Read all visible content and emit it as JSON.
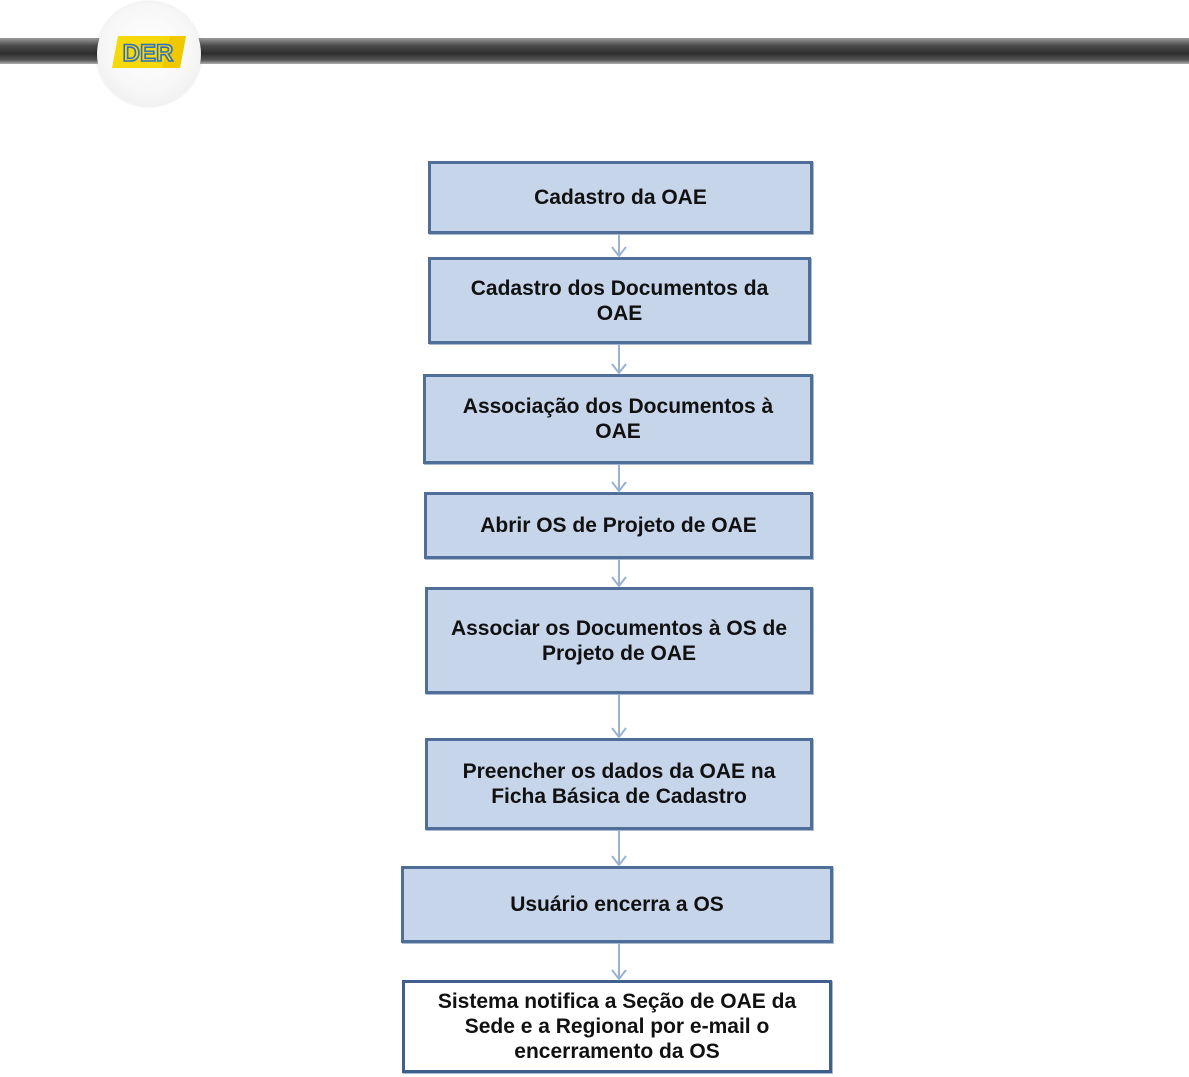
{
  "header": {
    "logo_text": "DER",
    "colors": {
      "bar": "#3a3a3a",
      "logo_yellow": "#f5d90a",
      "logo_blue": "#2f6ec6"
    }
  },
  "flow": {
    "colors": {
      "box_fill": "#c6d5ea",
      "box_border": "#4f6f99",
      "final_fill": "#ffffff",
      "arrow": "#9ab1d1"
    },
    "steps": [
      {
        "label": "Cadastro da OAE"
      },
      {
        "label": "Cadastro dos Documentos da OAE"
      },
      {
        "label": "Associação dos Documentos à OAE"
      },
      {
        "label": "Abrir OS de Projeto de OAE"
      },
      {
        "label": "Associar os Documentos à OS de Projeto de OAE"
      },
      {
        "label": "Preencher os dados da OAE  na Ficha Básica de Cadastro"
      },
      {
        "label": "Usuário encerra a OS"
      },
      {
        "label": "Sistema notifica a Seção de OAE da Sede  e a Regional por e-mail o encerramento da  OS"
      }
    ]
  }
}
